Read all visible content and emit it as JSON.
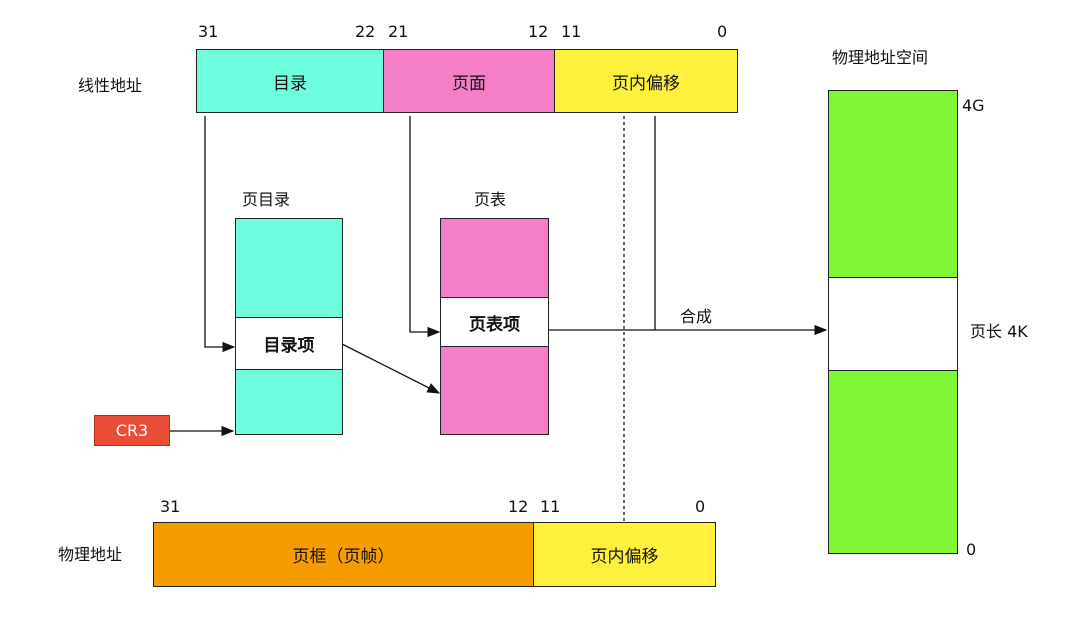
{
  "linear": {
    "label": "线性地址",
    "dir": "目录",
    "page": "页面",
    "offset": "页内偏移",
    "bits": {
      "b31": "31",
      "b22": "22",
      "b21": "21",
      "b12": "12",
      "b11": "11",
      "b0": "0"
    }
  },
  "page_directory": {
    "title": "页目录",
    "entry": "目录项"
  },
  "page_table": {
    "title": "页表",
    "entry": "页表项"
  },
  "cr3": "CR3",
  "combine": "合成",
  "physical": {
    "label": "物理地址",
    "frame": "页框（页帧）",
    "offset": "页内偏移",
    "bits": {
      "b31": "31",
      "b12": "12",
      "b11": "11",
      "b0": "0"
    }
  },
  "phys_space": {
    "title": "物理地址空间",
    "top": "4G",
    "page": "页长 4K",
    "bottom": "0"
  },
  "colors": {
    "cyan": "#6ffde0",
    "pink": "#f57fc7",
    "yellow": "#fef03c",
    "orange": "#f49c00",
    "red": "#ea4d35",
    "green": "#80f535"
  }
}
